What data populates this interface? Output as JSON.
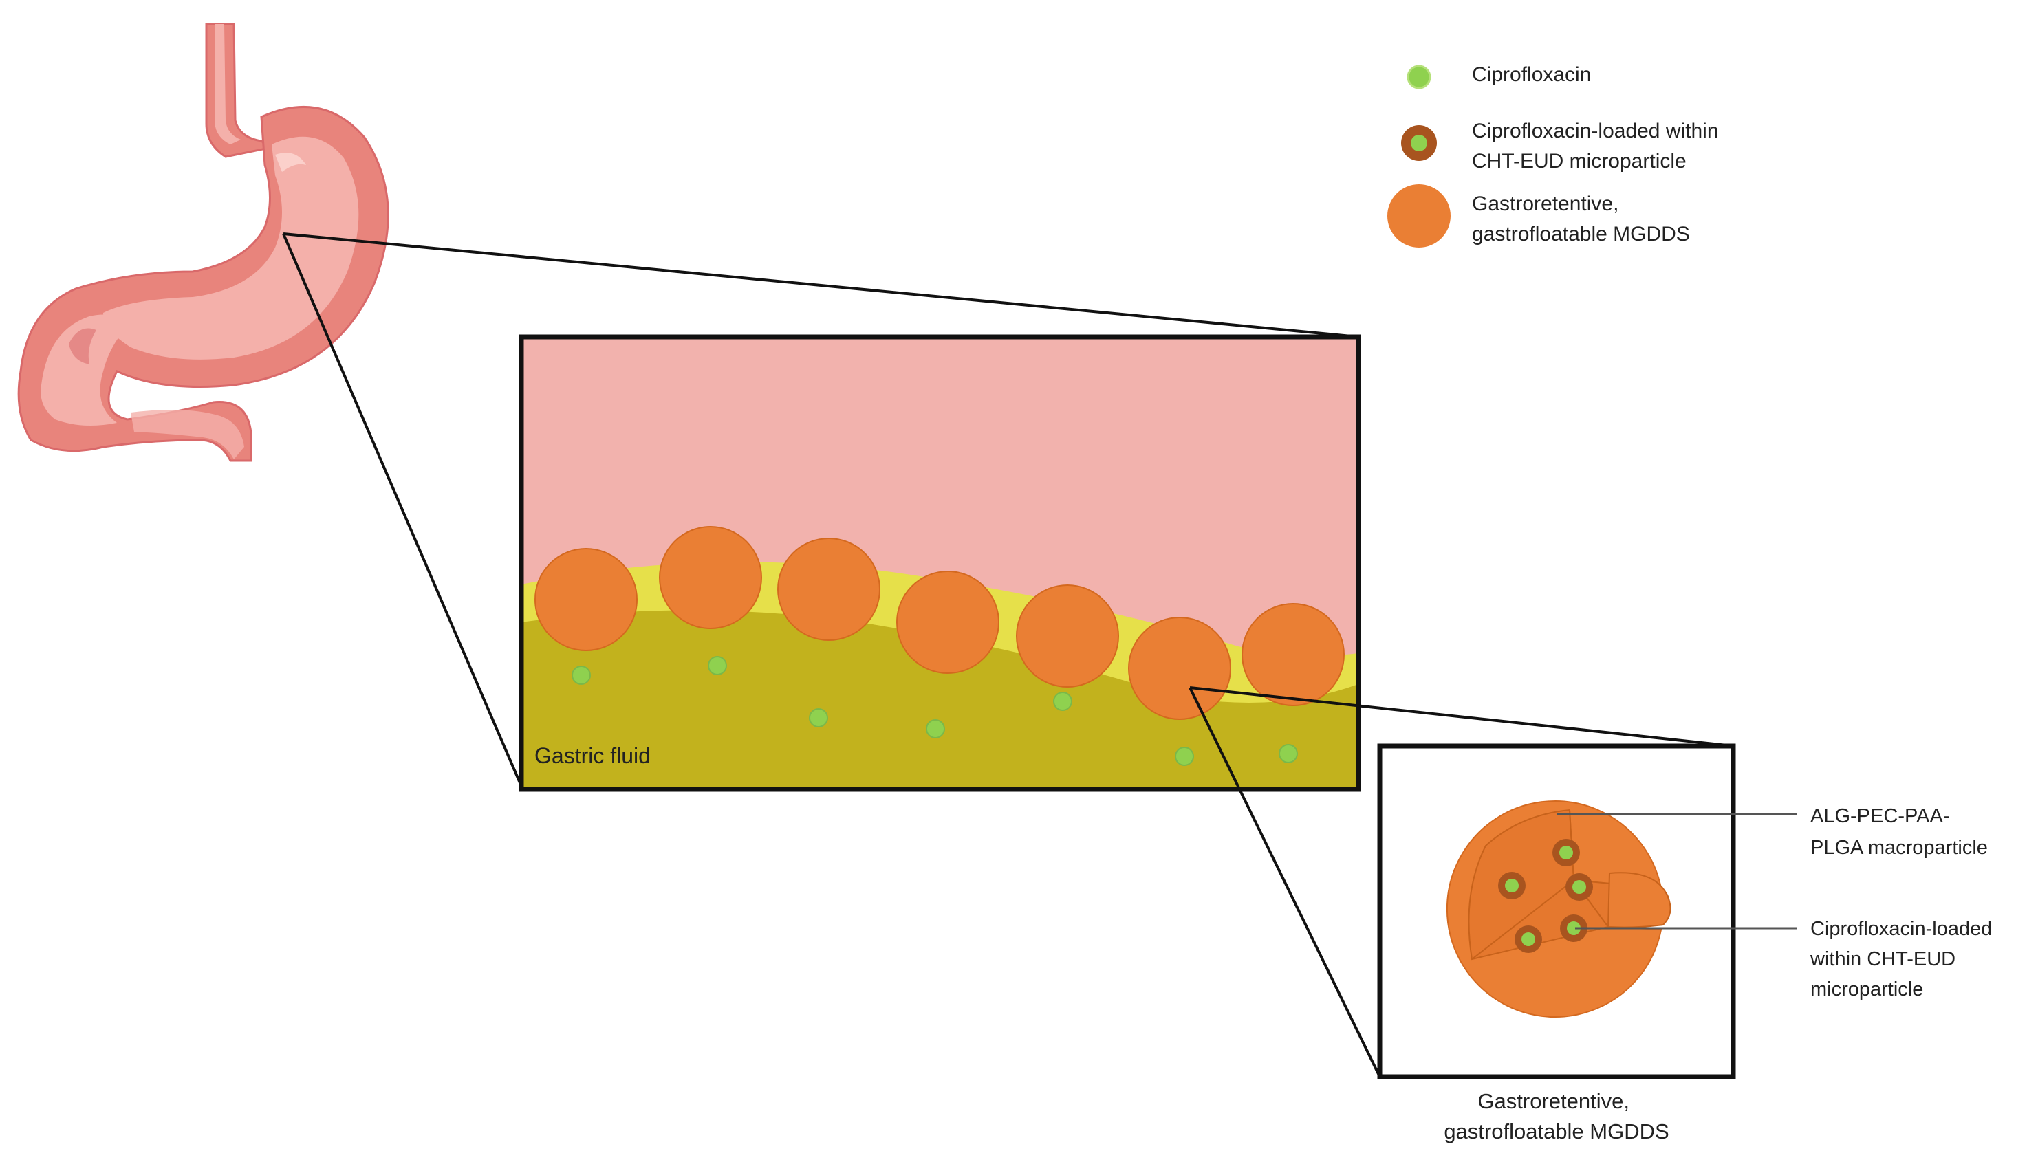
{
  "legend": {
    "items": [
      {
        "label_lines": [
          "Ciprofloxacin"
        ]
      },
      {
        "label_lines": [
          "Ciprofloxacin-loaded within",
          "CHT-EUD microparticle"
        ]
      },
      {
        "label_lines": [
          "Gastroretentive,",
          "gastrofloatable MGDDS"
        ]
      }
    ]
  },
  "middle_panel": {
    "fluid_label": "Gastric fluid"
  },
  "detail_panel": {
    "labels": {
      "macroparticle": [
        "ALG-PEC-PAA-",
        "PLGA macroparticle"
      ],
      "microparticle": [
        "Ciprofloxacin-loaded",
        "within CHT-EUD",
        "microparticle"
      ]
    },
    "caption": [
      "Gastroretentive,",
      "gastrofloatable MGDDS"
    ]
  },
  "colors": {
    "stomach_outer": "#e8847c",
    "stomach_inner": "#f4b0aa",
    "stomach_highlight": "#fbd0cb",
    "stomach_shadow": "#d9696a",
    "stomach_lumen": "#f2b2ad",
    "fluid_dark": "#c2b21d",
    "fluid_light": "#e6e04a",
    "mgdds_orange": "#ea7f34",
    "mgdds_dark": "#d4691f",
    "drug_green": "#8fd14f",
    "drug_green_light": "#b5e07a",
    "micro_shell": "#a8541f",
    "outline": "#111111"
  }
}
